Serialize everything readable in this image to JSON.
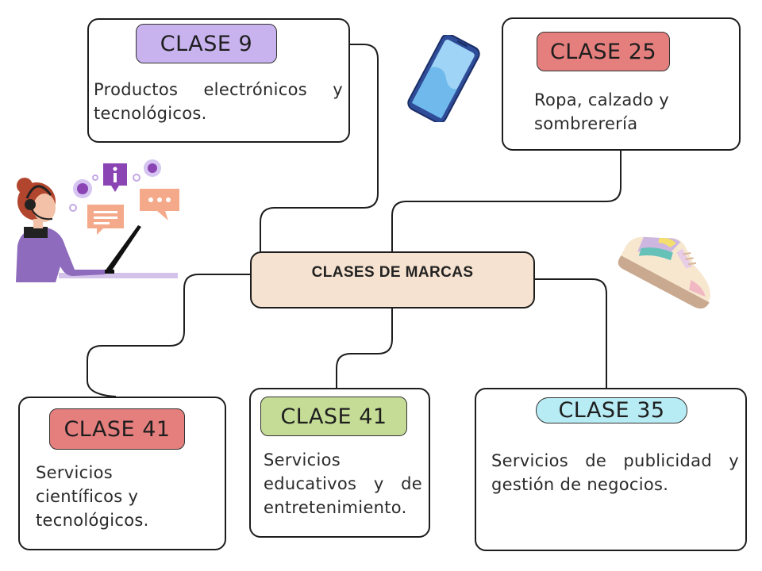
{
  "center": {
    "title": "CLASES DE MARCAS",
    "fill": "#f5e2d0"
  },
  "nodes": [
    {
      "id": "clase-9",
      "label": "CLASE 9",
      "color": "#c8b3ef",
      "line1": "Productos electrónicos y",
      "line2": "tecnológicos."
    },
    {
      "id": "clase-25",
      "label": "CLASE 25",
      "color": "#e57f7d",
      "line1": "Ropa, calzado y",
      "line2": "sombrerería"
    },
    {
      "id": "clase-41-a",
      "label": "CLASE  41",
      "color": "#e57f7d",
      "line1": "Servicios",
      "line2": "científicos y",
      "line3": "tecnológicos."
    },
    {
      "id": "clase-41-b",
      "label": "CLASE  41",
      "color": "#c5dc96",
      "line1": "Servicios",
      "line2": "educativos y de",
      "line3": "entretenimiento."
    },
    {
      "id": "clase-35",
      "label": "CLASE 35",
      "color": "#b8ecf5",
      "line1": "Servicios de publicidad y",
      "line2": "gestión de negocios."
    }
  ],
  "illustrations": [
    "smartphone-icon",
    "sneaker-icon",
    "customer-support-agent-icon"
  ]
}
